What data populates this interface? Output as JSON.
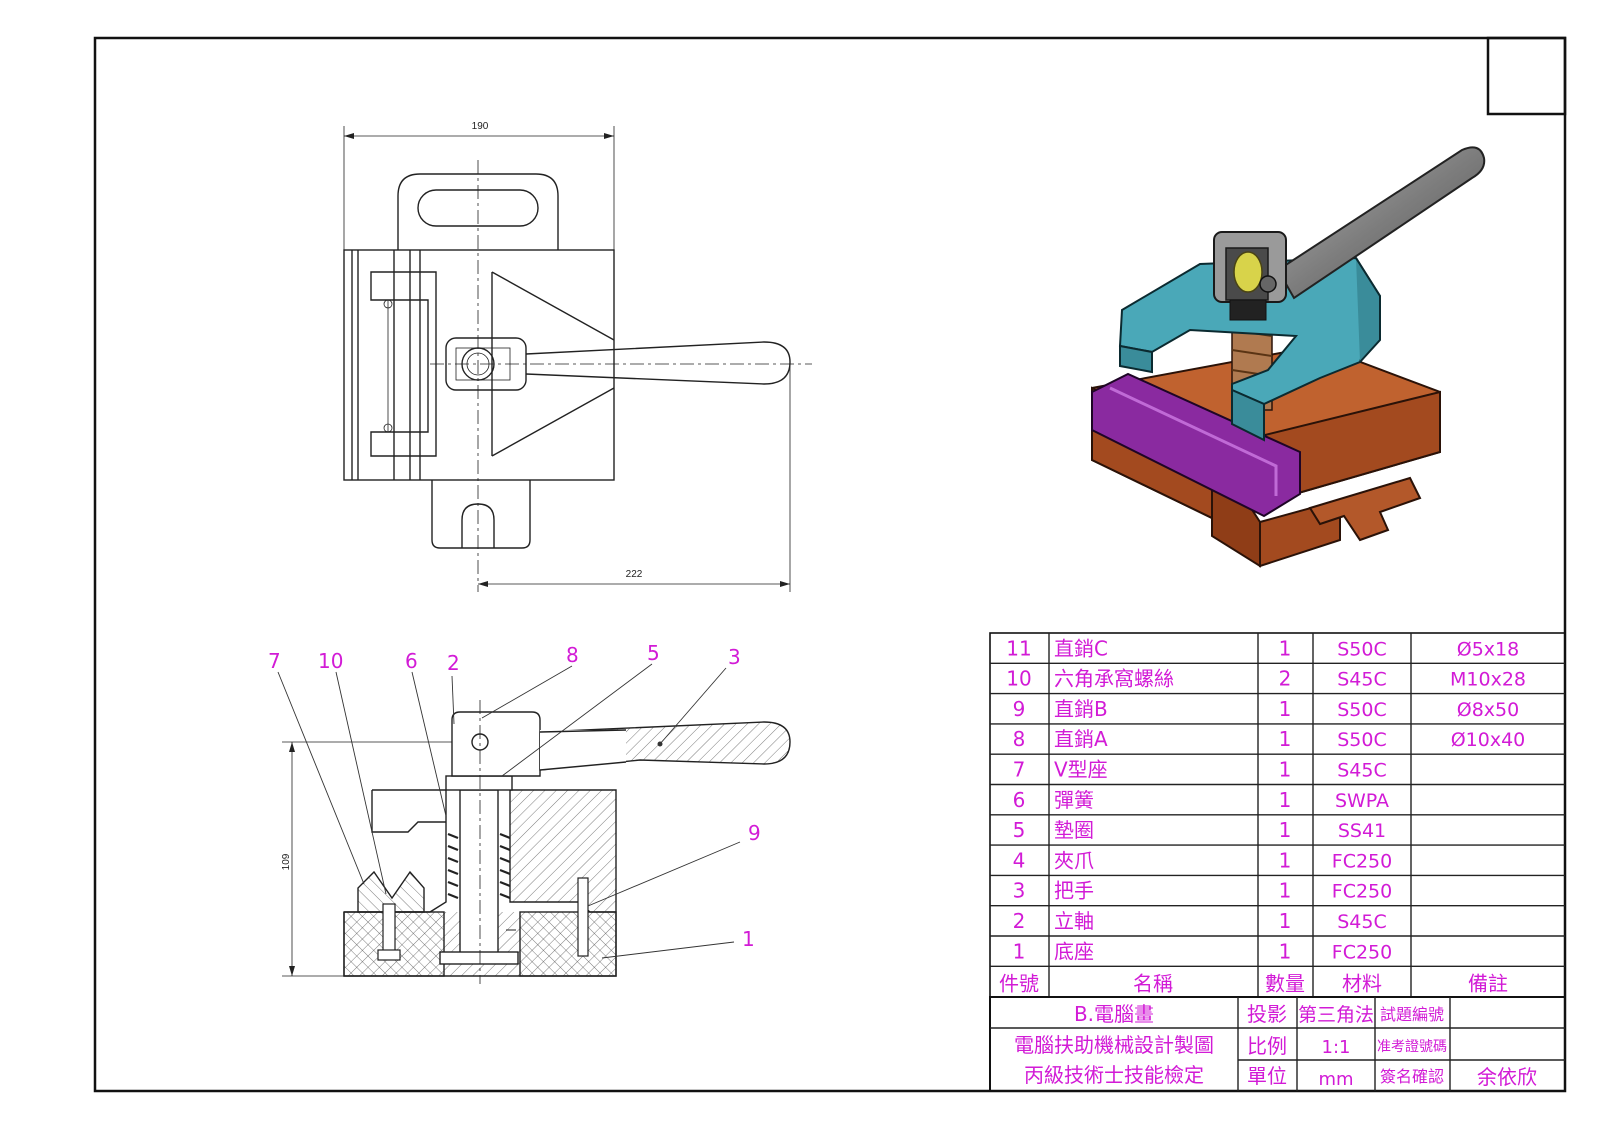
{
  "dims": {
    "top_width": "190",
    "top_length": "222",
    "section_height": "109"
  },
  "balloons": [
    "7",
    "10",
    "6",
    "2",
    "8",
    "5",
    "3",
    "9",
    "1"
  ],
  "parts_list": [
    {
      "no": "11",
      "name": "直銷C",
      "qty": "1",
      "material": "S50C",
      "note": "Ø5x18"
    },
    {
      "no": "10",
      "name": "六角承窩螺絲",
      "qty": "2",
      "material": "S45C",
      "note": "M10x28"
    },
    {
      "no": "9",
      "name": "直銷B",
      "qty": "1",
      "material": "S50C",
      "note": "Ø8x50"
    },
    {
      "no": "8",
      "name": "直銷A",
      "qty": "1",
      "material": "S50C",
      "note": "Ø10x40"
    },
    {
      "no": "7",
      "name": "V型座",
      "qty": "1",
      "material": "S45C",
      "note": ""
    },
    {
      "no": "6",
      "name": "彈簧",
      "qty": "1",
      "material": "SWPA",
      "note": ""
    },
    {
      "no": "5",
      "name": "墊圈",
      "qty": "1",
      "material": "SS41",
      "note": ""
    },
    {
      "no": "4",
      "name": "夾爪",
      "qty": "1",
      "material": "FC250",
      "note": ""
    },
    {
      "no": "3",
      "name": "把手",
      "qty": "1",
      "material": "FC250",
      "note": ""
    },
    {
      "no": "2",
      "name": "立軸",
      "qty": "1",
      "material": "S45C",
      "note": ""
    },
    {
      "no": "1",
      "name": "底座",
      "qty": "1",
      "material": "FC250",
      "note": ""
    }
  ],
  "parts_header": {
    "no": "件號",
    "name": "名稱",
    "qty": "數量",
    "material": "材料",
    "note": "備註"
  },
  "title_block": {
    "drawing_type": "B.電腦畫",
    "title_line1": "電腦扶助機械設計製圖",
    "title_line2": "丙級技術士技能檢定",
    "projection_label": "投影",
    "projection_value": "第三角法",
    "scale_label": "比例",
    "scale_value": "1:1",
    "unit_label": "單位",
    "unit_value": "mm",
    "exam_no_label": "試題編號",
    "exam_no_value": "",
    "candidate_label": "准考證號碼",
    "candidate_value": "",
    "sign_label": "簽名確認",
    "sign_value": "余依欣"
  },
  "colors": {
    "callout": "#d21bd6",
    "base": "#b6552a",
    "clamp": "#4aa8b8",
    "vblock": "#8a2aa0",
    "handle": "#8e8e8e",
    "pin": "#d8d34a"
  }
}
